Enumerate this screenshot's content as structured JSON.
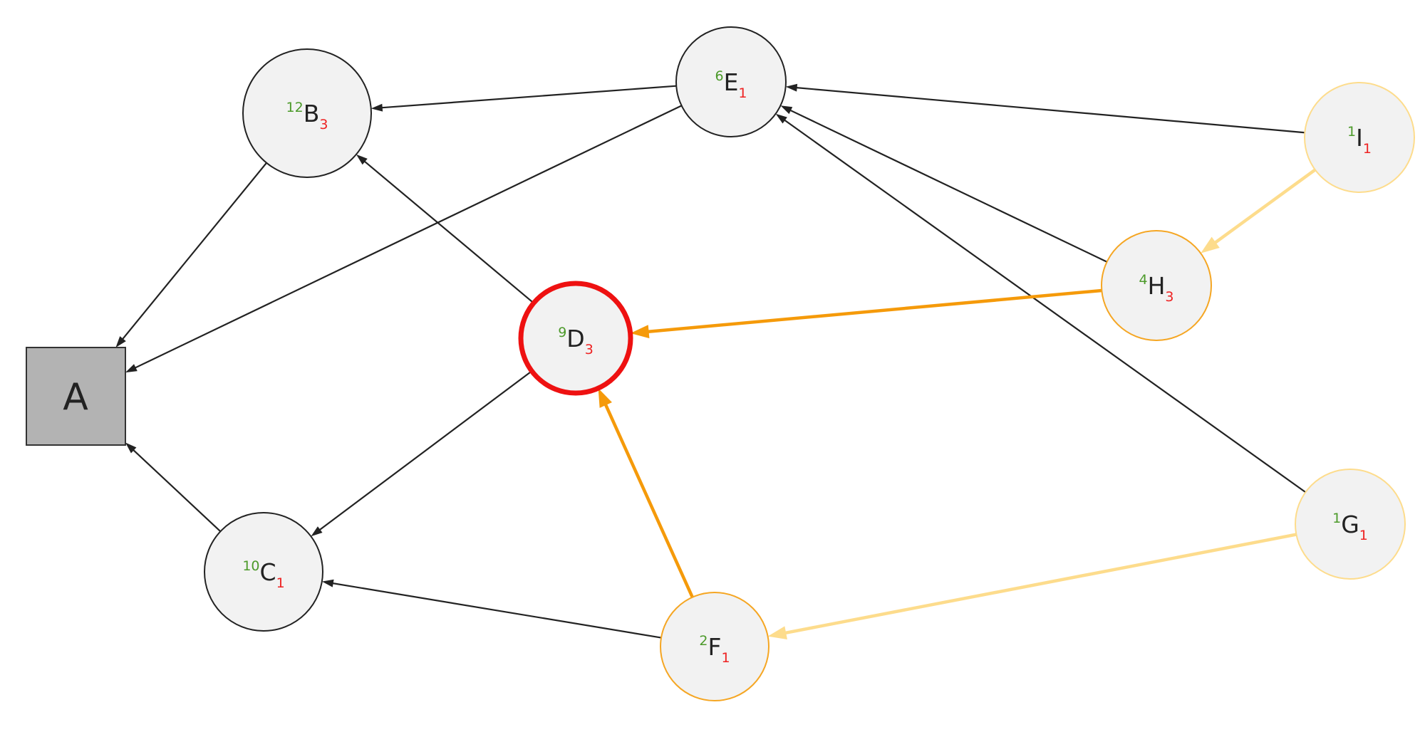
{
  "diagram": {
    "root": {
      "id": "A",
      "label": "A",
      "fill": "#b3b3b3",
      "stroke": "#333333"
    },
    "nodes": [
      {
        "id": "B",
        "letter": "B",
        "sup": "12",
        "sub": "3",
        "stroke": "#222222",
        "fill": "#f2f2f2",
        "highlight": false
      },
      {
        "id": "C",
        "letter": "C",
        "sup": "10",
        "sub": "1",
        "stroke": "#222222",
        "fill": "#f2f2f2",
        "highlight": false
      },
      {
        "id": "D",
        "letter": "D",
        "sup": "9",
        "sub": "3",
        "stroke": "#ee1111",
        "fill": "#f2f2f2",
        "highlight": true
      },
      {
        "id": "E",
        "letter": "E",
        "sup": "6",
        "sub": "1",
        "stroke": "#222222",
        "fill": "#f2f2f2",
        "highlight": false
      },
      {
        "id": "F",
        "letter": "F",
        "sup": "2",
        "sub": "1",
        "stroke": "#f5a623",
        "fill": "#f2f2f2",
        "highlight": false
      },
      {
        "id": "G",
        "letter": "G",
        "sup": "1",
        "sub": "1",
        "stroke": "#fddc8c",
        "fill": "#f2f2f2",
        "highlight": false
      },
      {
        "id": "H",
        "letter": "H",
        "sup": "4",
        "sub": "3",
        "stroke": "#f5a623",
        "fill": "#f2f2f2",
        "highlight": false
      },
      {
        "id": "I",
        "letter": "I",
        "sup": "1",
        "sub": "1",
        "stroke": "#fddc8c",
        "fill": "#f2f2f2",
        "highlight": false
      }
    ],
    "edges": [
      {
        "from": "B",
        "to": "A",
        "kind": "normal"
      },
      {
        "from": "E",
        "to": "A",
        "kind": "normal"
      },
      {
        "from": "C",
        "to": "A",
        "kind": "normal"
      },
      {
        "from": "E",
        "to": "B",
        "kind": "normal"
      },
      {
        "from": "D",
        "to": "B",
        "kind": "normal"
      },
      {
        "from": "D",
        "to": "C",
        "kind": "normal"
      },
      {
        "from": "F",
        "to": "C",
        "kind": "normal"
      },
      {
        "from": "I",
        "to": "E",
        "kind": "normal"
      },
      {
        "from": "H",
        "to": "E",
        "kind": "normal"
      },
      {
        "from": "G",
        "to": "E",
        "kind": "normal"
      },
      {
        "from": "H",
        "to": "D",
        "kind": "orange"
      },
      {
        "from": "F",
        "to": "D",
        "kind": "orange"
      },
      {
        "from": "I",
        "to": "H",
        "kind": "pale"
      },
      {
        "from": "G",
        "to": "F",
        "kind": "pale"
      }
    ],
    "edge_colors": {
      "normal": "#222222",
      "orange": "#f59a0a",
      "pale": "#fddc8c"
    }
  }
}
